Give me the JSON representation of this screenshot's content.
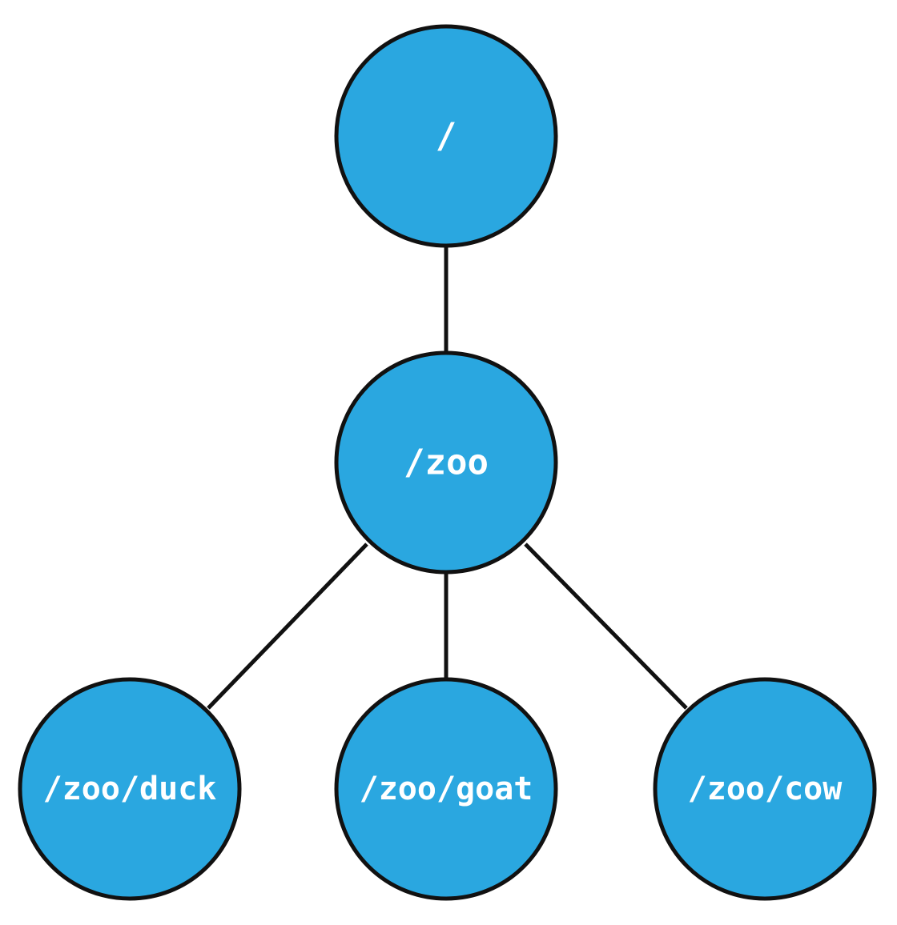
{
  "colors": {
    "node_fill": "#2AA7E0",
    "node_stroke": "#111111",
    "edge": "#111111",
    "label": "#ffffff",
    "background": "#ffffff"
  },
  "nodes": [
    {
      "id": "root",
      "label": "/"
    },
    {
      "id": "zoo",
      "label": "/zoo"
    },
    {
      "id": "duck",
      "label": "/zoo/duck"
    },
    {
      "id": "goat",
      "label": "/zoo/goat"
    },
    {
      "id": "cow",
      "label": "/zoo/cow"
    }
  ],
  "edges": [
    {
      "from": "root",
      "to": "zoo"
    },
    {
      "from": "zoo",
      "to": "duck"
    },
    {
      "from": "zoo",
      "to": "goat"
    },
    {
      "from": "zoo",
      "to": "cow"
    }
  ]
}
